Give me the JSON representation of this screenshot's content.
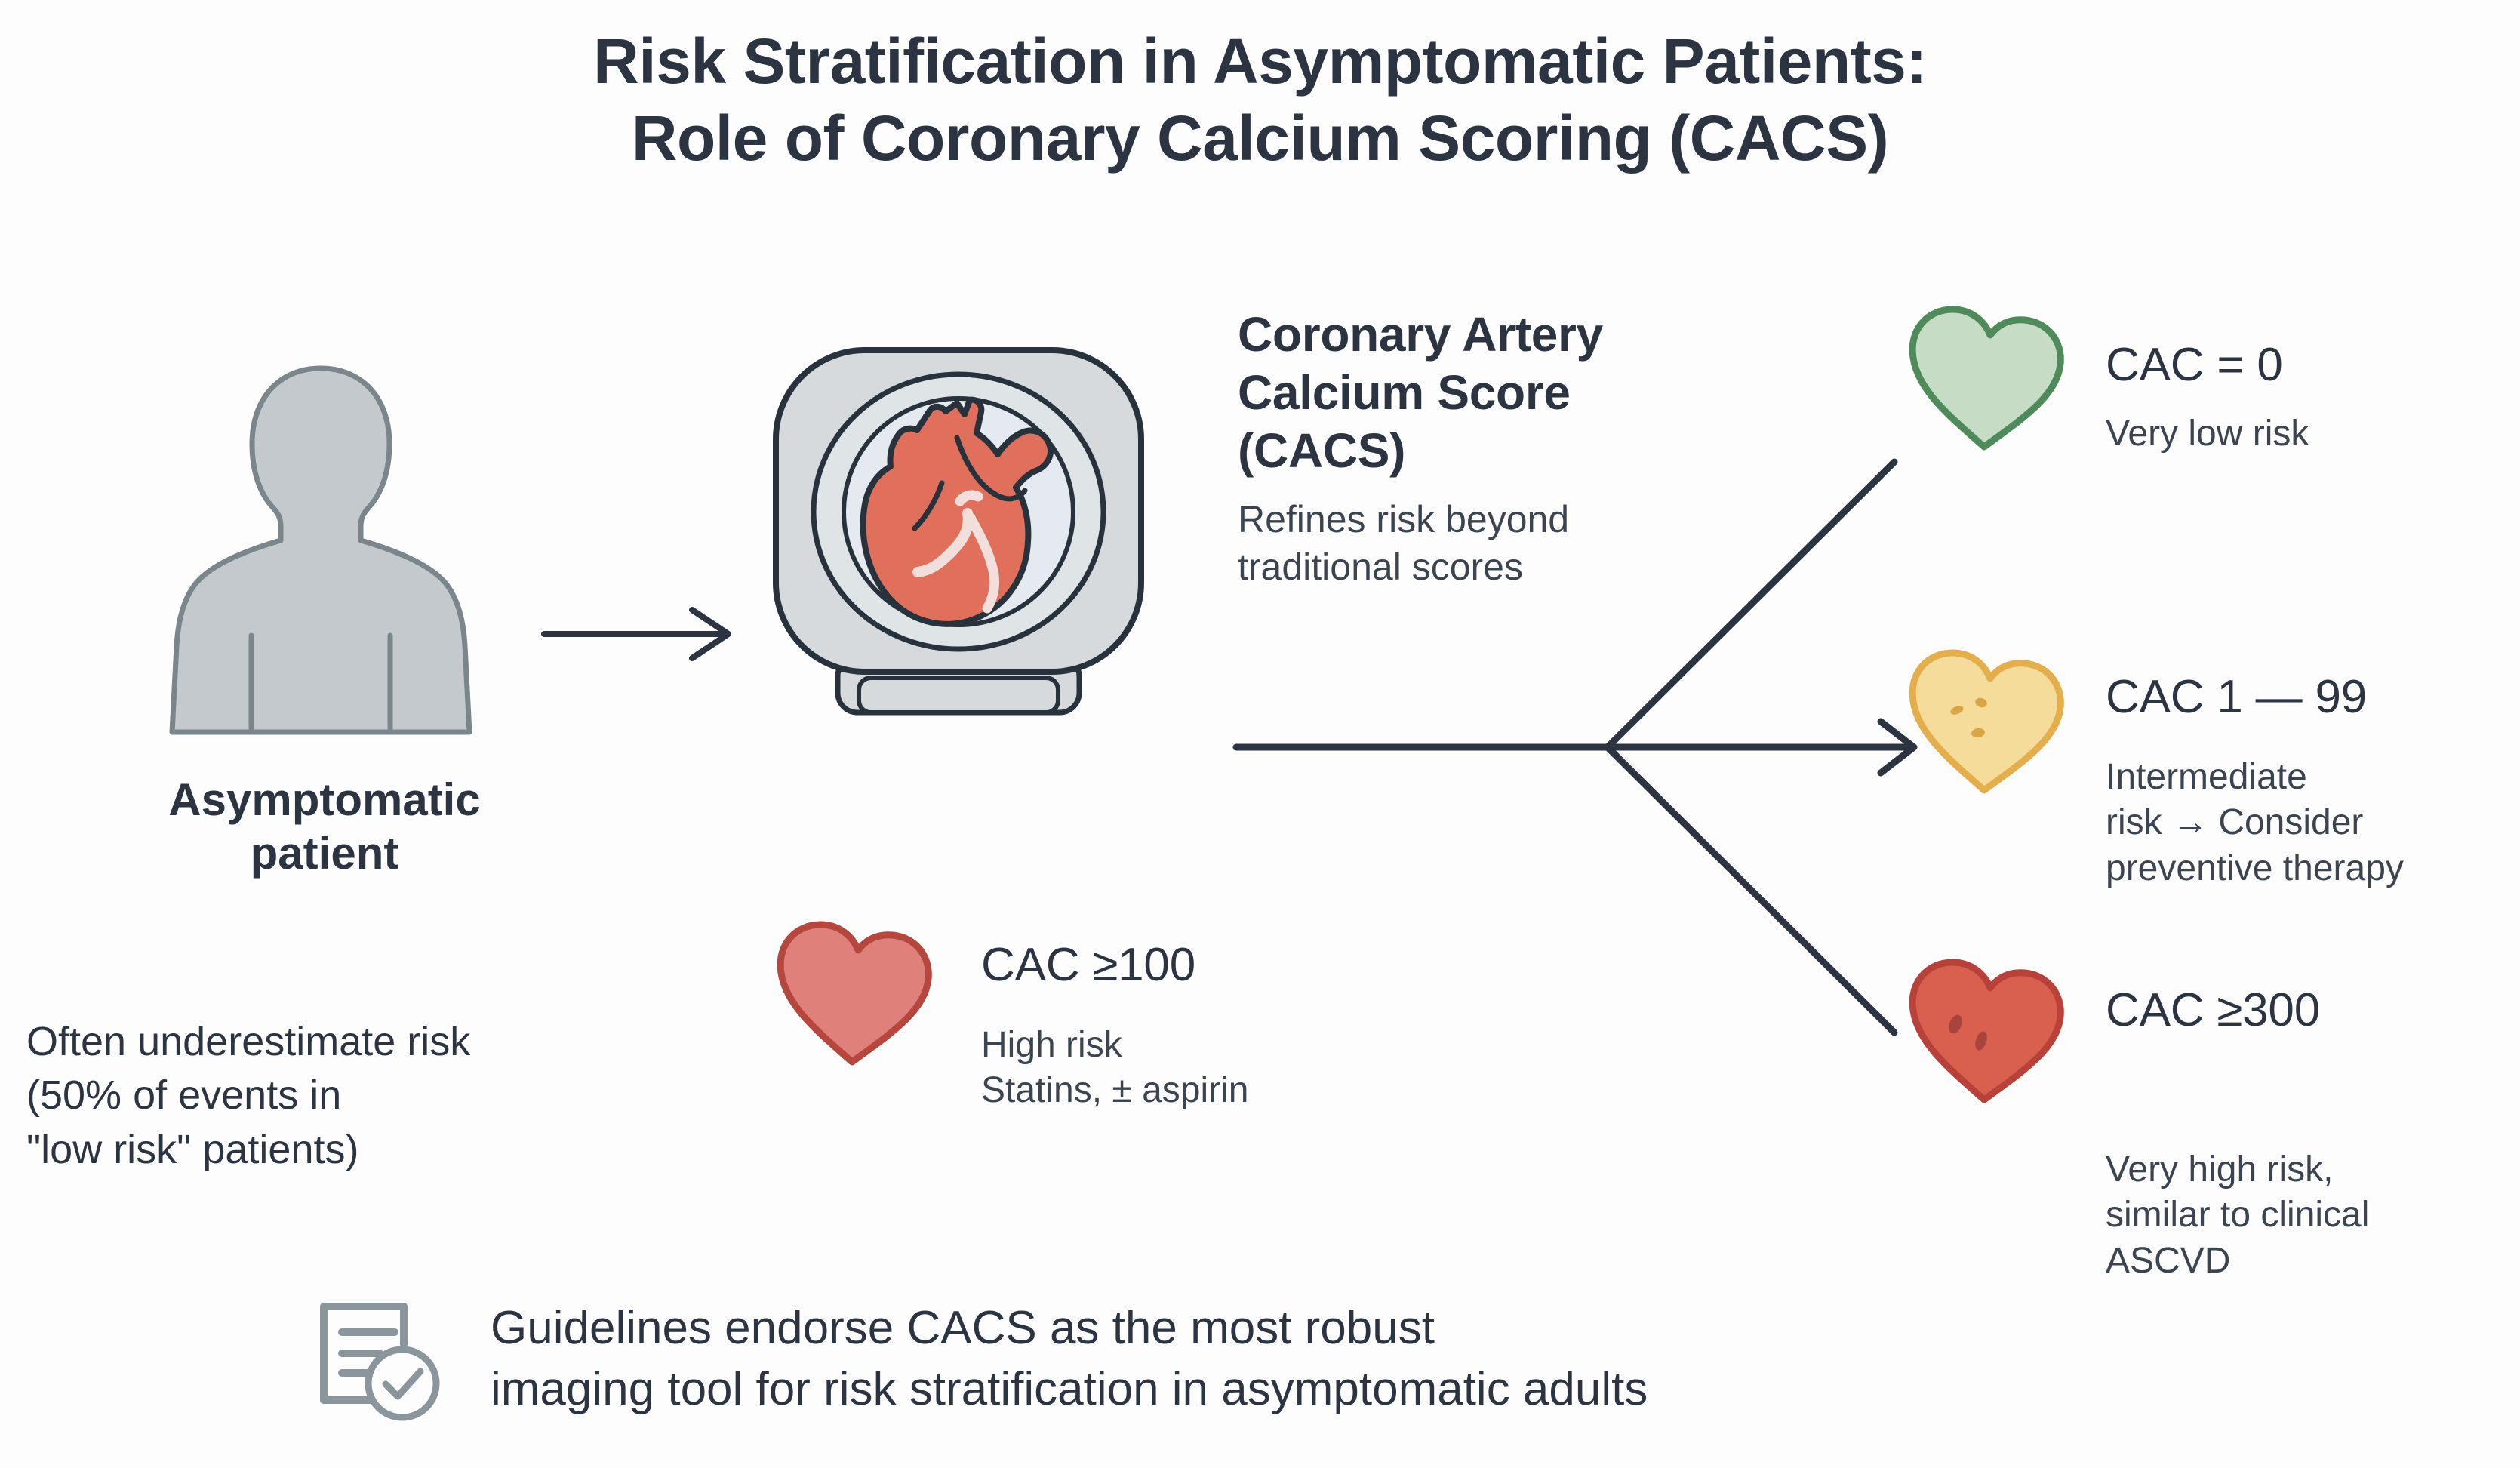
{
  "title": {
    "line1": "Risk Stratification in Asymptomatic Patients:",
    "line2": "Role of Coronary Calcium Scoring (CACS)"
  },
  "patient": {
    "label_line1": "Asymptomatic",
    "label_line2": "patient",
    "icon": "person-silhouette-icon"
  },
  "arrow_to_scanner": {
    "icon": "right-arrow-icon"
  },
  "scanner": {
    "icon": "ct-scanner-heart-icon"
  },
  "cacs": {
    "title_line1": "Coronary Artery",
    "title_line2": "Calcium Score",
    "title_line3": "(CACS)",
    "subtitle_line1": "Refines risk beyond",
    "subtitle_line2": "traditional scores"
  },
  "outcomes": [
    {
      "id": "cac-zero",
      "title": "CAC = 0",
      "desc_line1": "Very low risk",
      "desc_line2": "",
      "desc_line3": "",
      "heart_icon": "heart-icon-green",
      "fill": "#c7dcc5",
      "stroke": "#4f8a5b",
      "speckles": 0
    },
    {
      "id": "cac-1-99",
      "title": "CAC 1 — 99",
      "desc_line1": "Intermediate",
      "desc_line2": "risk → Consider",
      "desc_line3": "preventive therapy",
      "heart_icon": "heart-icon-yellow",
      "fill": "#f6dc9b",
      "stroke": "#e3ae4b",
      "speckles": 3
    },
    {
      "id": "cac-300",
      "title": "CAC ≥300",
      "desc_line1": "Very high risk,",
      "desc_line2": "similar to clinical",
      "desc_line3": "ASCVD",
      "heart_icon": "heart-icon-dark-red",
      "fill": "#d9604f",
      "stroke": "#b8423a",
      "speckles": 2
    }
  ],
  "cac_high": {
    "title": "CAC ≥100",
    "desc_line1": "High risk",
    "desc_line2": "Statins, ± aspirin",
    "heart_icon": "heart-icon-pink",
    "fill": "#e0807a",
    "stroke": "#b5473e"
  },
  "underestimate_note": {
    "line1": "Often underestimate risk",
    "line2": "(50% of events in",
    "line3": "\"low risk\" patients)"
  },
  "footer": {
    "icon": "document-check-icon",
    "line1": "Guidelines endorse CACS as the most robust",
    "line2": "imaging tool for risk stratification in asymptomatic adults"
  },
  "colors": {
    "text_dark": "#2b3440",
    "text_body": "#3b444f",
    "line": "#2b3440",
    "silhouette_fill": "#c3c9cc",
    "silhouette_stroke": "#7b858c",
    "scanner_body": "#d6dadc",
    "scanner_bore": "#e4eaf0",
    "heart_organ_fill": "#e0705c",
    "heart_organ_stroke": "#27323c",
    "background": "#fdfdfd"
  }
}
